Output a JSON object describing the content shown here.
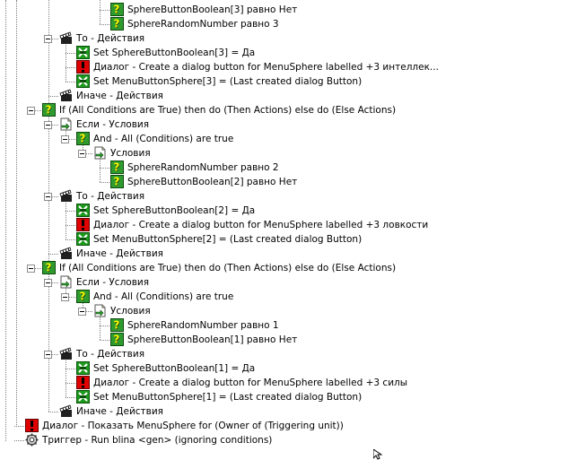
{
  "tree": {
    "rows": [
      {
        "text": "SphereButtonBoolean[3] равно Нет",
        "icon": "condition-icon",
        "depth": 6,
        "expander": false
      },
      {
        "text": "SphereRandomNumber равно 3",
        "icon": "condition-icon",
        "depth": 6,
        "expander": false
      },
      {
        "text": "То - Действия",
        "icon": "actions-clapper-icon",
        "depth": 3,
        "expander": true
      },
      {
        "text": "Set SphereButtonBoolean[3] = Да",
        "icon": "set-variable-icon",
        "depth": 4,
        "expander": false
      },
      {
        "text": "Диалог - Create a dialog button for MenuSphere labelled +3 интеллек...",
        "icon": "dialog-action-icon",
        "depth": 4,
        "expander": false
      },
      {
        "text": "Set MenuButtonSphere[3] = (Last created dialog Button)",
        "icon": "set-variable-icon",
        "depth": 4,
        "expander": false
      },
      {
        "text": "Иначе - Действия",
        "icon": "actions-clapper-icon",
        "depth": 3,
        "expander": false
      },
      {
        "text": "If (All Conditions are True) then do (Then Actions) else do (Else Actions)",
        "icon": "condition-icon",
        "depth": 2,
        "expander": true
      },
      {
        "text": "Если - Условия",
        "icon": "conditions-folder-icon",
        "depth": 3,
        "expander": true
      },
      {
        "text": "And - All (Conditions) are true",
        "icon": "condition-icon",
        "depth": 4,
        "expander": true
      },
      {
        "text": "Условия",
        "icon": "conditions-folder-icon",
        "depth": 5,
        "expander": true
      },
      {
        "text": "SphereRandomNumber равно 2",
        "icon": "condition-icon",
        "depth": 6,
        "expander": false
      },
      {
        "text": "SphereButtonBoolean[2] равно Нет",
        "icon": "condition-icon",
        "depth": 6,
        "expander": false
      },
      {
        "text": "То - Действия",
        "icon": "actions-clapper-icon",
        "depth": 3,
        "expander": true
      },
      {
        "text": "Set SphereButtonBoolean[2] = Да",
        "icon": "set-variable-icon",
        "depth": 4,
        "expander": false
      },
      {
        "text": "Диалог - Create a dialog button for MenuSphere labelled +3 ловкости",
        "icon": "dialog-action-icon",
        "depth": 4,
        "expander": false
      },
      {
        "text": "Set MenuButtonSphere[2] = (Last created dialog Button)",
        "icon": "set-variable-icon",
        "depth": 4,
        "expander": false
      },
      {
        "text": "Иначе - Действия",
        "icon": "actions-clapper-icon",
        "depth": 3,
        "expander": false
      },
      {
        "text": "If (All Conditions are True) then do (Then Actions) else do (Else Actions)",
        "icon": "condition-icon",
        "depth": 2,
        "expander": true
      },
      {
        "text": "Если - Условия",
        "icon": "conditions-folder-icon",
        "depth": 3,
        "expander": true
      },
      {
        "text": "And - All (Conditions) are true",
        "icon": "condition-icon",
        "depth": 4,
        "expander": true
      },
      {
        "text": "Условия",
        "icon": "conditions-folder-icon",
        "depth": 5,
        "expander": true
      },
      {
        "text": "SphereRandomNumber равно 1",
        "icon": "condition-icon",
        "depth": 6,
        "expander": false
      },
      {
        "text": "SphereButtonBoolean[1] равно Нет",
        "icon": "condition-icon",
        "depth": 6,
        "expander": false
      },
      {
        "text": "То - Действия",
        "icon": "actions-clapper-icon",
        "depth": 3,
        "expander": true
      },
      {
        "text": "Set SphereButtonBoolean[1] = Да",
        "icon": "set-variable-icon",
        "depth": 4,
        "expander": false
      },
      {
        "text": "Диалог - Create a dialog button for MenuSphere labelled +3 силы",
        "icon": "dialog-action-icon",
        "depth": 4,
        "expander": false
      },
      {
        "text": "Set MenuButtonSphere[1] = (Last created dialog Button)",
        "icon": "set-variable-icon",
        "depth": 4,
        "expander": false
      },
      {
        "text": "Иначе - Действия",
        "icon": "actions-clapper-icon",
        "depth": 3,
        "expander": false
      },
      {
        "text": "Диалог - Показать MenuSphere for (Owner of (Triggering unit))",
        "icon": "dialog-action-icon",
        "depth": 1,
        "expander": false
      },
      {
        "text": "Триггер - Run blina <gen> (ignoring conditions)",
        "icon": "trigger-run-icon",
        "depth": 1,
        "expander": false
      }
    ]
  },
  "colors": {
    "condition_green": "#2f9b2f",
    "condition_mark": "#ffff00",
    "set_green": "#1c9a1c",
    "dialog_red": "#e00000",
    "clapper_dark": "#202020",
    "folder_tan": "#d8c890",
    "tree_line": "#808080"
  },
  "icons": {
    "mouse_cursor": "mouse-cursor-icon"
  }
}
